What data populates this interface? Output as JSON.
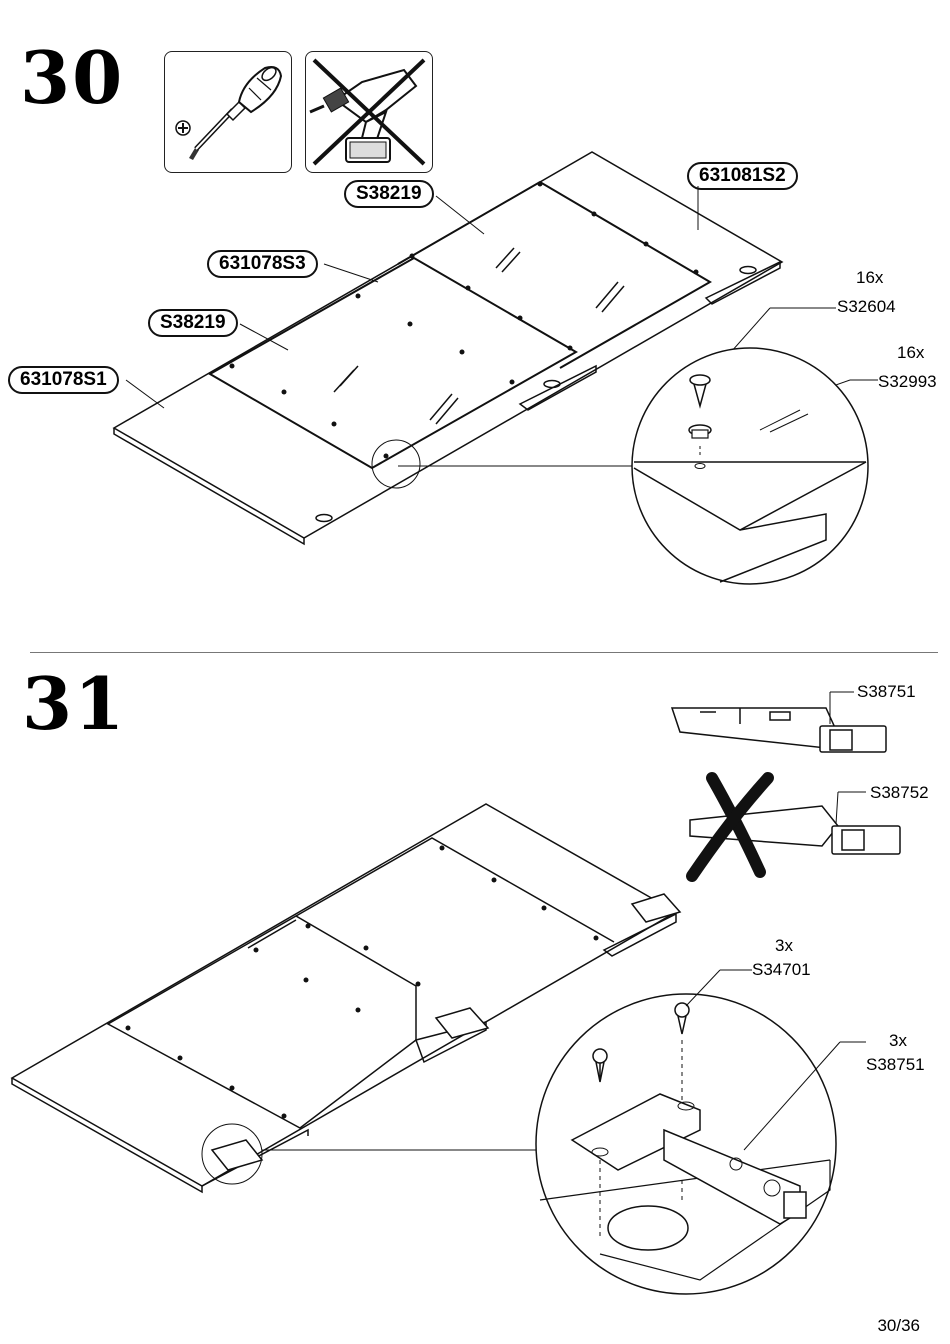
{
  "step30": {
    "number": "30",
    "parts": {
      "p1": "631081S2",
      "p2": "S38219",
      "p3": "631078S3",
      "p4": "S38219",
      "p5": "631078S1"
    },
    "hw1_qty": "16x",
    "hw1_code": "S32604",
    "hw2_qty": "16x",
    "hw2_code": "S32993"
  },
  "step31": {
    "number": "31",
    "hinge_ok": "S38751",
    "hinge_wrong": "S38752",
    "screw_qty": "3x",
    "screw_code": "S34701",
    "hinge_qty": "3x",
    "hinge_code": "S38751"
  },
  "page": "30/36",
  "icons": [
    "phillips-screwdriver-icon",
    "no-power-drill-icon",
    "cross-out-icon"
  ]
}
